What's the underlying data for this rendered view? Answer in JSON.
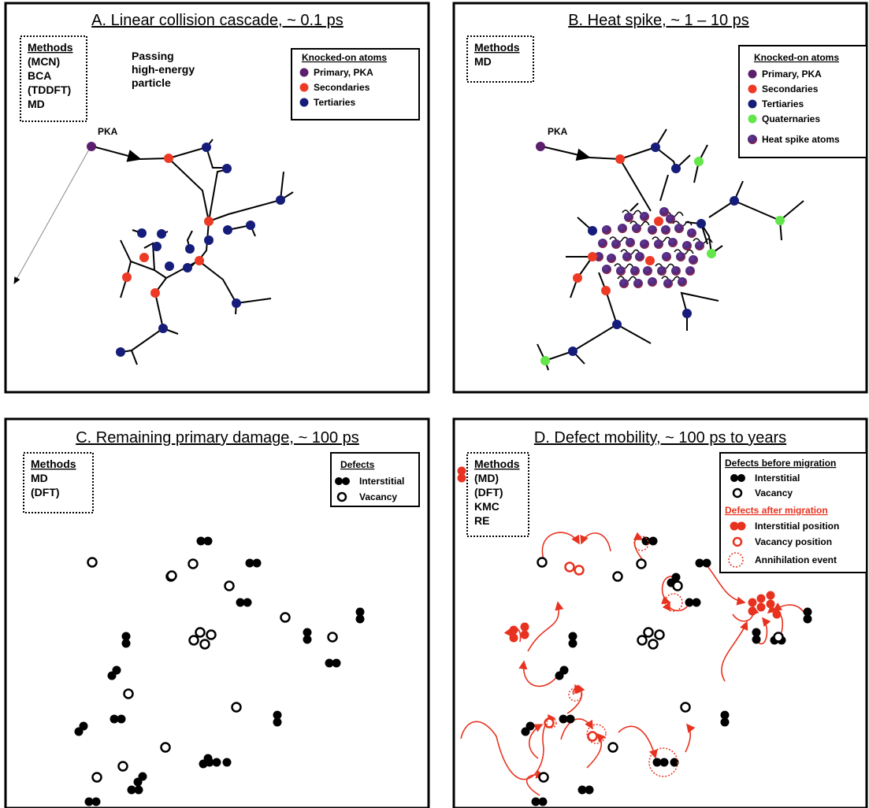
{
  "panels": {
    "a": {
      "title": "A. Linear collision cascade, ~ 0.1 ps",
      "methods_header": "Methods",
      "methods": [
        "(MCN)",
        "BCA",
        "(TDDFT)",
        "MD"
      ],
      "particle_label": [
        "Passing",
        "high-energy",
        "particle"
      ],
      "pka_label": "PKA",
      "legend": {
        "header": "Knocked-on atoms",
        "items": [
          {
            "label": "Primary, PKA",
            "color": "#5b1f6e"
          },
          {
            "label": "Secondaries",
            "color": "#ee3a24"
          },
          {
            "label": "Tertiaries",
            "color": "#151c7a"
          }
        ]
      }
    },
    "b": {
      "title": "B. Heat spike, ~ 1 – 10 ps",
      "methods_header": "Methods",
      "methods": [
        "MD"
      ],
      "pka_label": "PKA",
      "legend": {
        "header": "Knocked-on atoms",
        "items": [
          {
            "label": "Primary, PKA",
            "color": "#5b1f6e"
          },
          {
            "label": "Secondaries",
            "color": "#ee3a24"
          },
          {
            "label": "Tertiaries",
            "color": "#151c7a"
          },
          {
            "label": "Quaternaries",
            "color": "#62e64a"
          },
          {
            "label": "Heat spike atoms",
            "color": "#5b2a7e"
          }
        ]
      }
    },
    "c": {
      "title": "C. Remaining primary damage, ~ 100 ps",
      "methods_header": "Methods",
      "methods": [
        "MD",
        "(DFT)"
      ],
      "legend": {
        "header": "Defects",
        "items": [
          {
            "label": "Interstitial"
          },
          {
            "label": "Vacancy"
          }
        ]
      }
    },
    "d": {
      "title": "D. Defect mobility, ~ 100 ps to years",
      "methods_header": "Methods",
      "methods": [
        "(MD)",
        "(DFT)",
        "KMC",
        "RE"
      ],
      "legend": {
        "header_before": "Defects before migration",
        "before_items": [
          {
            "label": "Interstitial"
          },
          {
            "label": "Vacancy"
          }
        ],
        "header_after": "Defects after migration",
        "after_items": [
          {
            "label": "Interstitial position"
          },
          {
            "label": "Vacancy position"
          },
          {
            "label": "Annihilation event"
          }
        ]
      }
    }
  },
  "colors": {
    "primary": "#5b1f6e",
    "secondary": "#ee3a24",
    "tertiary": "#151c7a",
    "quaternary": "#62e64a",
    "defect": "#000000",
    "migration": "#e8321f"
  }
}
